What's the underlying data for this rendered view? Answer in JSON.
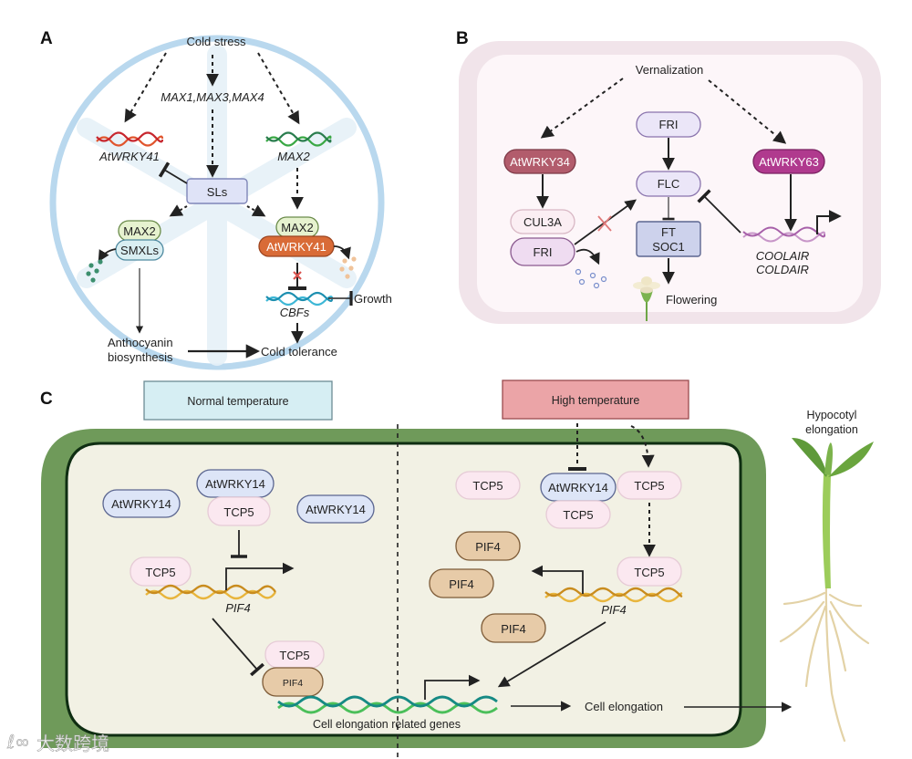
{
  "panels": {
    "A": {
      "letter": "A",
      "cold_stress": "Cold stress",
      "max_genes": "MAX1,MAX3,MAX4",
      "atwrky41_gene": "AtWRKY41",
      "max2_gene": "MAX2",
      "sls": "SLs",
      "left_complex": {
        "top": "MAX2",
        "bottom": "SMXLs"
      },
      "right_complex": {
        "top": "MAX2",
        "bottom": "AtWRKY41"
      },
      "cbfs_gene": "CBFs",
      "growth": "Growth",
      "anthocyanin_line1": "Anthocyanin",
      "anthocyanin_line2": "biosynthesis",
      "cold_tolerance": "Cold tolerance"
    },
    "B": {
      "letter": "B",
      "vernalization": "Vernalization",
      "atwrky34": "AtWRKY34",
      "atwrky63": "AtWRKY63",
      "fri_top": "FRI",
      "flc": "FLC",
      "cul3a": "CUL3A",
      "fri_bottom": "FRI",
      "ft": "FT",
      "soc1": "SOC1",
      "flowering": "Flowering",
      "coolair": "COOLAIR",
      "coldair": "COLDAIR"
    },
    "C": {
      "letter": "C",
      "normal_temperature": "Normal temperature",
      "high_temperature": "High temperature",
      "hypocotyl_line1": "Hypocotyl",
      "hypocotyl_line2": "elongation",
      "left": {
        "wrky14_a": "AtWRKY14",
        "wrky14_b": "AtWRKY14",
        "wrky14_c": "AtWRKY14",
        "tcp5_complex": "TCP5",
        "tcp5_promoter": "TCP5",
        "pif4_gene": "PIF4",
        "tcp5_bottom": "TCP5",
        "pif4_bottom": "PIF4"
      },
      "right": {
        "tcp5_free": "TCP5",
        "wrky14": "AtWRKY14",
        "tcp5_complex": "TCP5",
        "tcp5_moving": "TCP5",
        "pif4_a": "PIF4",
        "pif4_b": "PIF4",
        "pif4_c": "PIF4",
        "tcp5_promoter": "TCP5",
        "pif4_gene": "PIF4"
      },
      "cell_genes": "Cell elongation related genes",
      "cell_elongation": "Cell elongation"
    }
  },
  "watermark": "大数跨境",
  "colors": {
    "circle_blue": "#b9d8ee",
    "panelB_border": "#f1e4ea",
    "panelB_fill": "#fdf6f9",
    "cell_wall": "#6f9a5a",
    "cytoplasm": "#f2f1e4",
    "wrky34": "#b25c6c",
    "wrky63": "#b03a8e",
    "atwrky41_protein": "#d96b37",
    "max2_fill": "#e6f2cf",
    "smxl_fill": "#d9eef2",
    "sls_fill": "#dfe3f7",
    "flc_fill": "#ebe6f8",
    "ft_fill": "#cdd2ec",
    "wrky14_fill": "#dde5f7",
    "tcp5_fill": "#fbe8f0",
    "pif4_fill": "#e7cba8",
    "normal_box": "#d6eef3",
    "high_box": "#eba4a7"
  }
}
